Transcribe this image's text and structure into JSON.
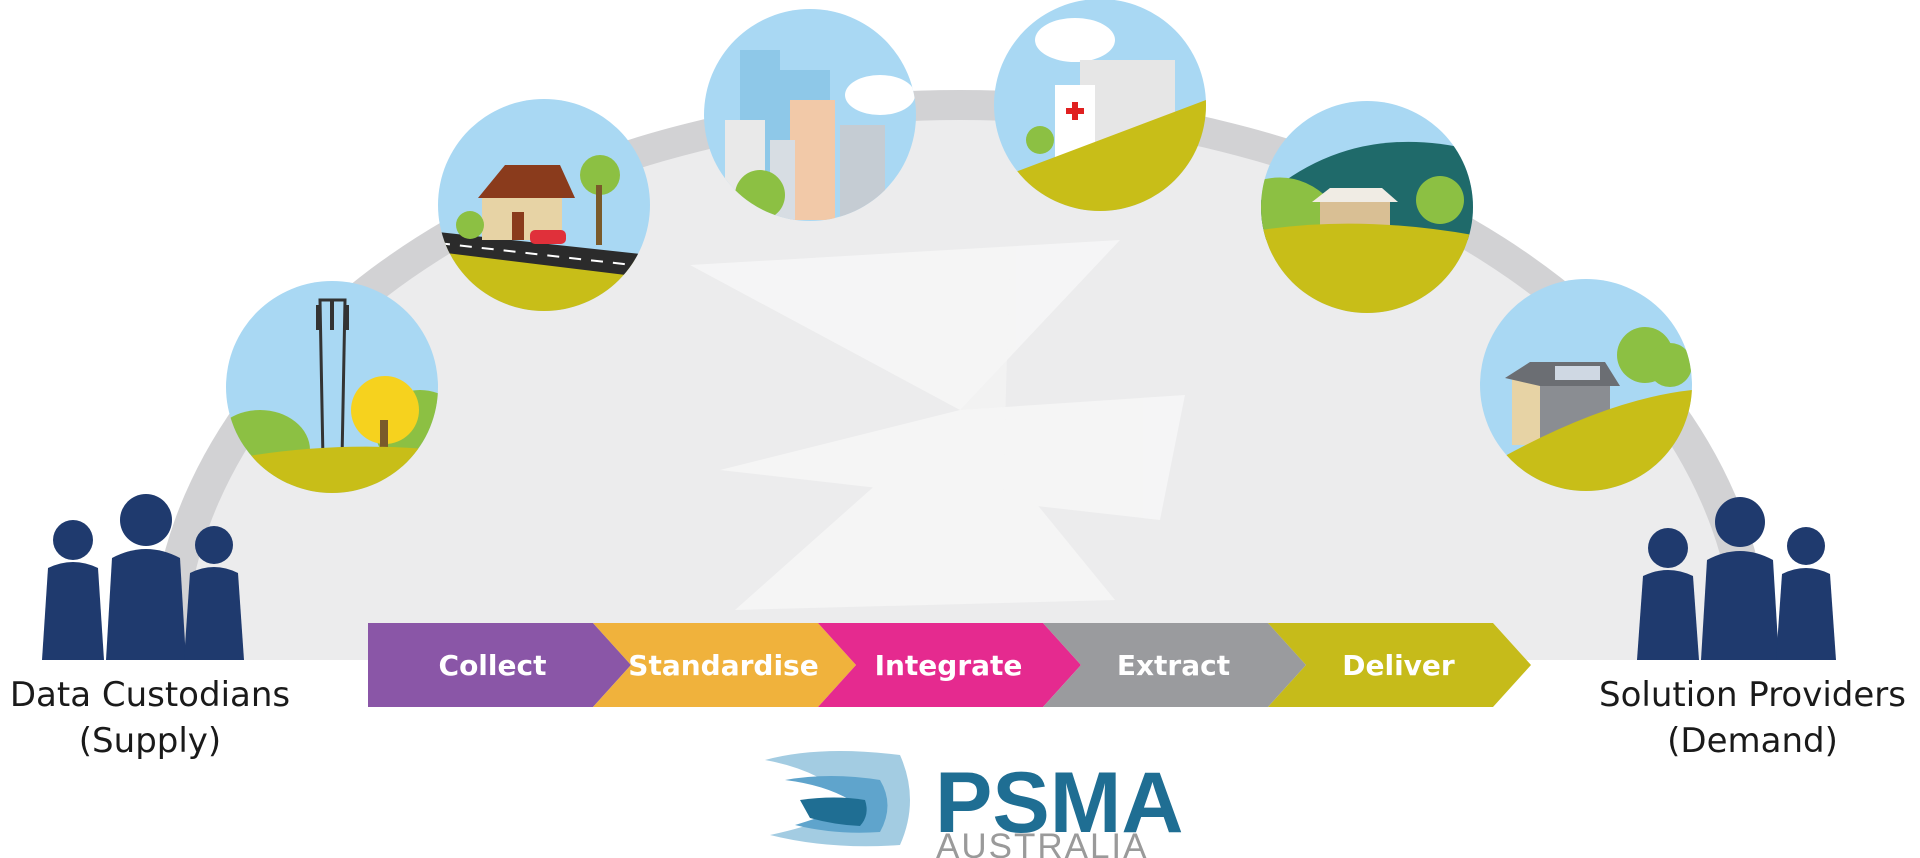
{
  "left_group": {
    "line1": "Data Custodians",
    "line2": "(Supply)"
  },
  "right_group": {
    "line1": "Solution Providers",
    "line2": "(Demand)"
  },
  "process_steps": [
    {
      "label": "Collect",
      "color": "#8a56a7"
    },
    {
      "label": "Standardise",
      "color": "#f0b23c"
    },
    {
      "label": "Integrate",
      "color": "#e52a8f"
    },
    {
      "label": "Extract",
      "color": "#9a9b9e"
    },
    {
      "label": "Deliver",
      "color": "#c6bb1a"
    }
  ],
  "scenes": [
    {
      "icon": "tower-scene-icon"
    },
    {
      "icon": "house-road-scene-icon"
    },
    {
      "icon": "city-scene-icon"
    },
    {
      "icon": "hospital-scene-icon"
    },
    {
      "icon": "rural-homestead-scene-icon"
    },
    {
      "icon": "solar-house-scene-icon"
    }
  ],
  "logo": {
    "name": "PSMA",
    "sub": "AUSTRALIA",
    "color": "#1f6e93"
  },
  "colors": {
    "people": "#1f3a6e",
    "arch": "#dcdcdd",
    "sky": "#a9d8f3",
    "grass": "#c8be18",
    "tree": "#8cc043"
  }
}
